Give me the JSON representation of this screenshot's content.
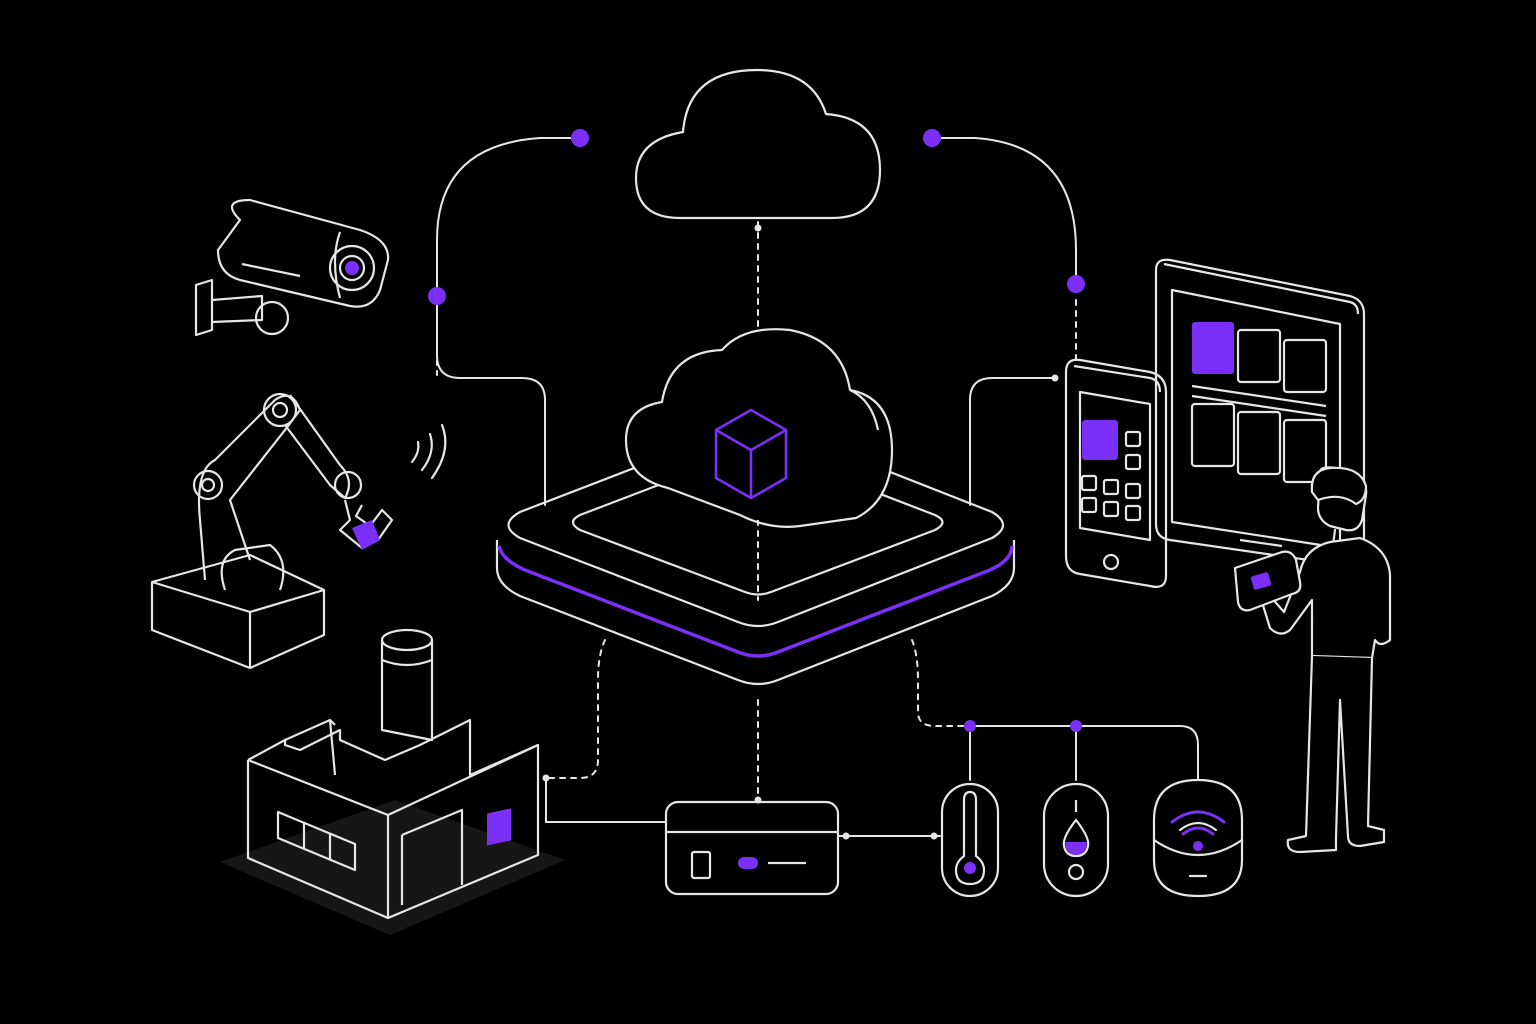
{
  "colors": {
    "background": "#000000",
    "line": "#e6e6e6",
    "accent": "#7b2ff7",
    "shadow": "#1c1c1c"
  },
  "nodes": [
    {
      "name": "cloud",
      "icon": "cloud-icon"
    },
    {
      "name": "cloud-platform-hub",
      "icon": "cloud-cube-icon"
    },
    {
      "name": "security-camera",
      "icon": "camera-icon"
    },
    {
      "name": "robotic-arm",
      "icon": "robot-arm-icon"
    },
    {
      "name": "factory",
      "icon": "factory-icon"
    },
    {
      "name": "gateway-device",
      "icon": "router-icon"
    },
    {
      "name": "temperature-sensor",
      "icon": "thermometer-icon"
    },
    {
      "name": "humidity-sensor",
      "icon": "water-drop-icon"
    },
    {
      "name": "wifi-sensor",
      "icon": "wifi-icon"
    },
    {
      "name": "smartphone",
      "icon": "phone-icon"
    },
    {
      "name": "tablet-display",
      "icon": "tablet-icon"
    },
    {
      "name": "operator-person",
      "icon": "person-icon"
    }
  ]
}
